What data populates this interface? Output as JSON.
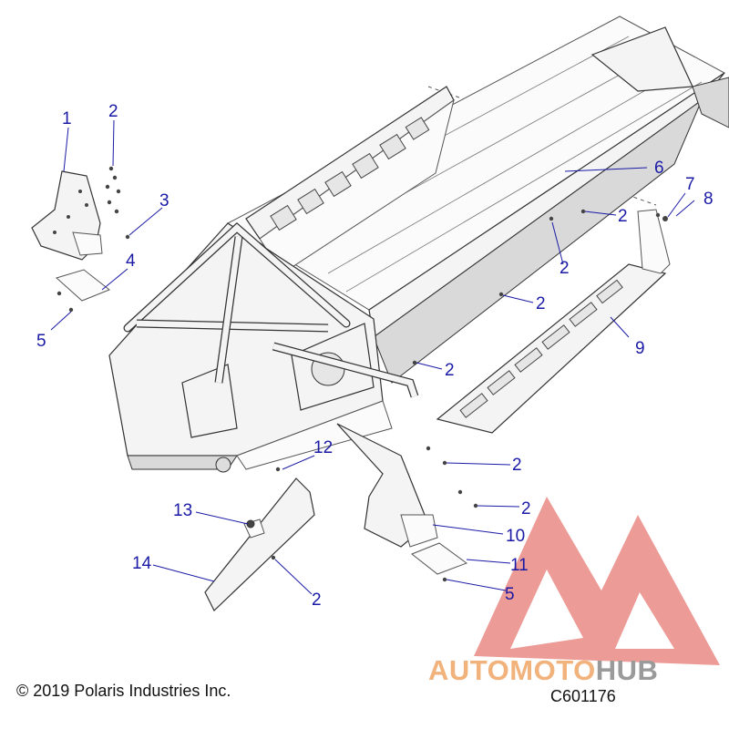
{
  "callouts": [
    {
      "id": "c1",
      "text": "1"
    },
    {
      "id": "c2a",
      "text": "2"
    },
    {
      "id": "c3",
      "text": "3"
    },
    {
      "id": "c4",
      "text": "4"
    },
    {
      "id": "c5a",
      "text": "5"
    },
    {
      "id": "c6",
      "text": "6"
    },
    {
      "id": "c7",
      "text": "7"
    },
    {
      "id": "c8",
      "text": "8"
    },
    {
      "id": "c2b",
      "text": "2"
    },
    {
      "id": "c2c",
      "text": "2"
    },
    {
      "id": "c2d",
      "text": "2"
    },
    {
      "id": "c9",
      "text": "9"
    },
    {
      "id": "c2e",
      "text": "2"
    },
    {
      "id": "c12",
      "text": "12"
    },
    {
      "id": "c2f",
      "text": "2"
    },
    {
      "id": "c13",
      "text": "13"
    },
    {
      "id": "c2g",
      "text": "2"
    },
    {
      "id": "c10",
      "text": "10"
    },
    {
      "id": "c14",
      "text": "14"
    },
    {
      "id": "c11",
      "text": "11"
    },
    {
      "id": "c5b",
      "text": "5"
    },
    {
      "id": "c2h",
      "text": "2"
    }
  ],
  "copyright": "© 2019 Polaris Industries Inc.",
  "diagram_code": "C601176",
  "watermark": {
    "part1": "AUTOMOTO",
    "part2": "HUB",
    "color_primary": "#e8867f",
    "color_text": "#f1b27c",
    "color_text_alt": "#9a9a9a"
  },
  "colors": {
    "callout": "#1a1aa6",
    "line_art": "#333333"
  }
}
